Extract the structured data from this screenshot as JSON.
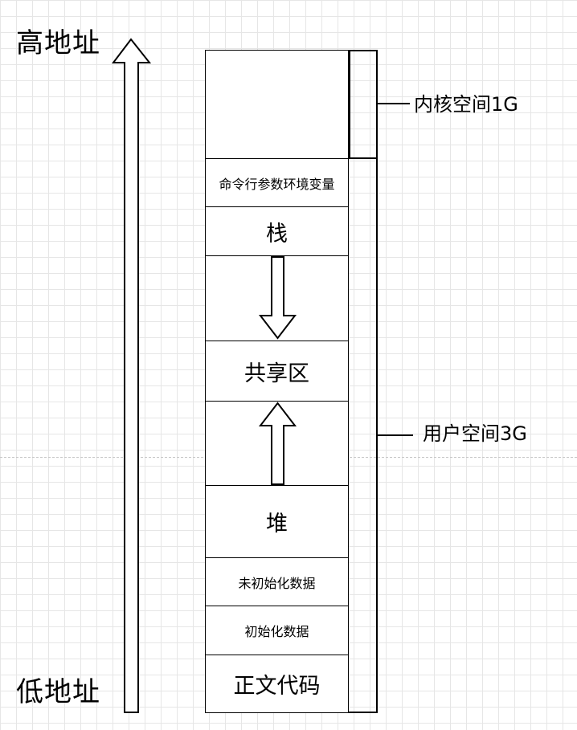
{
  "axis": {
    "high_label": "高地址",
    "low_label": "低地址"
  },
  "segments": {
    "env": "命令行参数环境变量",
    "stack": "栈",
    "shared": "共享区",
    "heap": "堆",
    "bss": "未初始化数据",
    "data": "初始化数据",
    "text": "正文代码"
  },
  "brackets": {
    "kernel": "内核空间1G",
    "user": "用户空间3G"
  }
}
